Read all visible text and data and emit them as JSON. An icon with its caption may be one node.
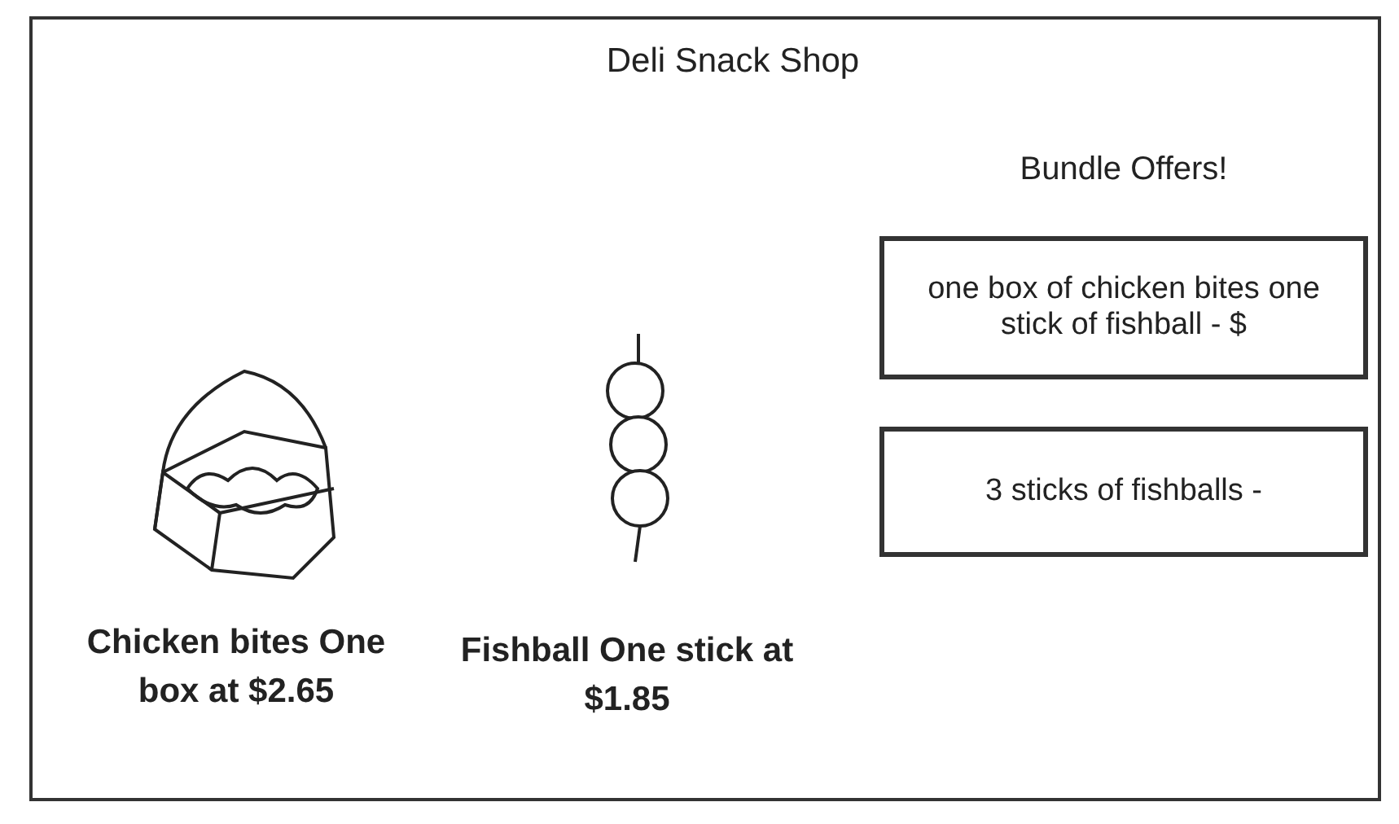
{
  "diagram": {
    "title": "Deli Snack Shop",
    "nodes": [
      {
        "text": [
          "one box of chicken bites one stick of fishball - $"
        ]
      },
      {
        "text": [
          "3 sticks of fishballs -"
        ]
      }
    ],
    "labels": [
      "Bundle Offers!",
      "Chicken bites One box at $2.65",
      "Fishball One stick at $1.85"
    ]
  }
}
